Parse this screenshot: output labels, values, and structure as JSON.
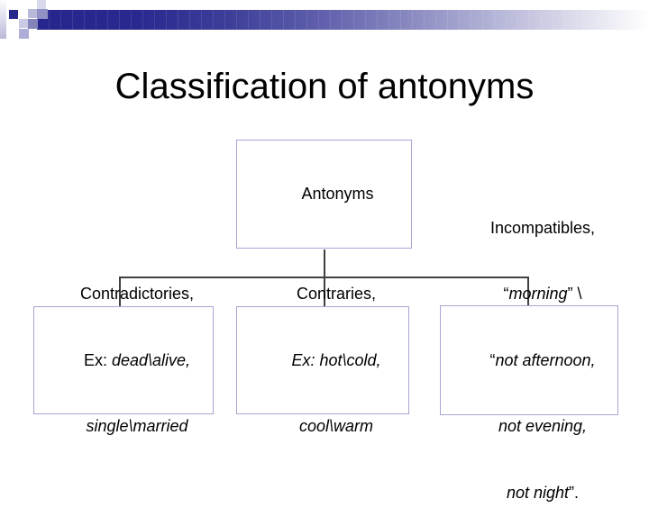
{
  "slide_title": "Classification of antonyms",
  "diagram": {
    "root": {
      "label": "Antonyms"
    },
    "children": [
      {
        "name": "contradictories",
        "lines": [
          {
            "segments": [
              {
                "text": "Contradictories,",
                "italic": false
              }
            ]
          },
          {
            "segments": [
              {
                "text": "Ex: ",
                "italic": false
              },
              {
                "text": "dead\\alive,",
                "italic": true
              }
            ]
          },
          {
            "segments": [
              {
                "text": "single\\married",
                "italic": true
              }
            ]
          }
        ]
      },
      {
        "name": "contraries",
        "lines": [
          {
            "segments": [
              {
                "text": "Contraries,",
                "italic": false
              }
            ]
          },
          {
            "segments": [
              {
                "text": "Ex: hot\\cold,",
                "italic": true
              }
            ]
          },
          {
            "segments": [
              {
                "text": "cool\\warm",
                "italic": true
              }
            ]
          }
        ]
      },
      {
        "name": "incompatibles",
        "lines": [
          {
            "segments": [
              {
                "text": "Incompatibles,",
                "italic": false
              }
            ]
          },
          {
            "segments": [
              {
                "text": "“",
                "italic": false
              },
              {
                "text": "morning",
                "italic": true
              },
              {
                "text": "” \\",
                "italic": false
              }
            ]
          },
          {
            "segments": [
              {
                "text": "“",
                "italic": false
              },
              {
                "text": "not afternoon,",
                "italic": true
              }
            ]
          },
          {
            "segments": [
              {
                "text": "not evening,",
                "italic": true
              }
            ]
          },
          {
            "segments": [
              {
                "text": "not night",
                "italic": true
              },
              {
                "text": "”.",
                "italic": false
              }
            ]
          }
        ]
      }
    ]
  },
  "colors": {
    "banner_navy": "#26268c",
    "box_border": "#a6a6d2",
    "connector_line": "#404040",
    "title_color": "#000000"
  }
}
